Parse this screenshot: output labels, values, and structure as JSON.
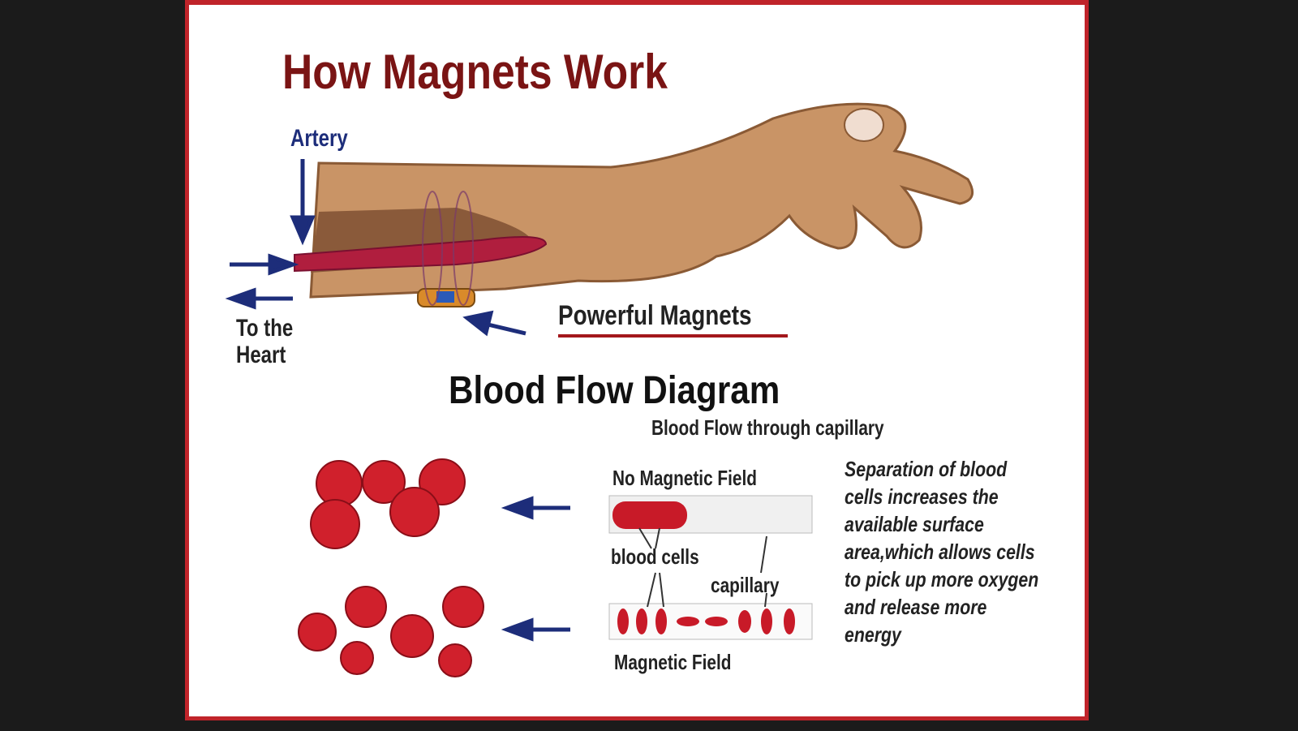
{
  "title": "How Magnets Work",
  "labels": {
    "artery": "Artery",
    "to_the_heart": "To the\nHeart",
    "powerful_magnets": "Powerful Magnets"
  },
  "blood_flow": {
    "heading": "Blood Flow Diagram",
    "subheading": "Blood Flow through capillary",
    "no_field": "No Magnetic Field",
    "blood_cells": "blood cells",
    "capillary": "capillary",
    "magnetic_field": "Magnetic Field",
    "description": "Separation of blood cells increases the available surface area,which allows cells to pick up more oxygen and release more energy"
  },
  "colors": {
    "title": "#7a1414",
    "border": "#c0242a",
    "arrow": "#1d2d7a",
    "cell": "#d0202c",
    "skin": "#c99466"
  }
}
